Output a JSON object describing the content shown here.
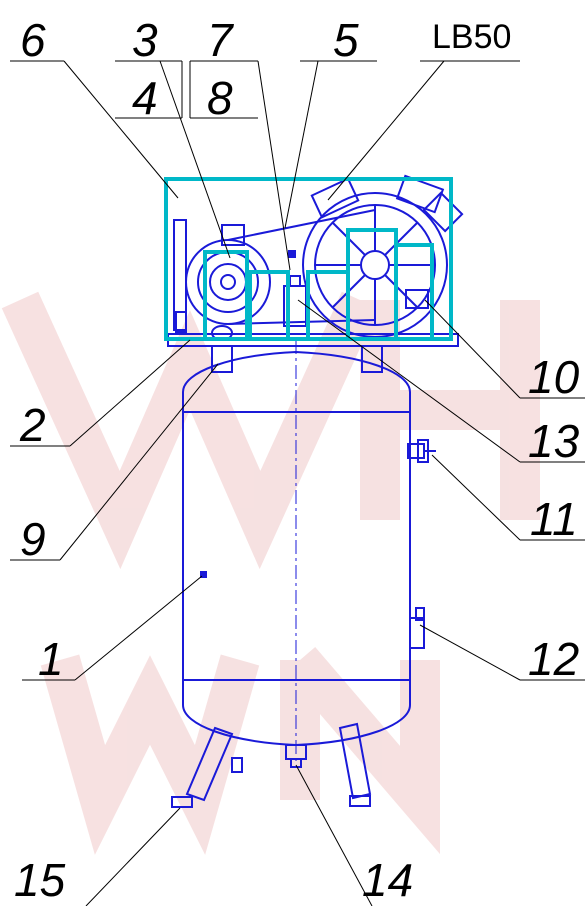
{
  "watermark": {
    "color": "#f6dede"
  },
  "colors": {
    "drawing": "#1a1ad8",
    "outline": "#00b8c8",
    "leader": "#000000",
    "label": "#000000"
  },
  "model_label": "LB50",
  "callouts": [
    {
      "id": "c6",
      "text": "6"
    },
    {
      "id": "c3",
      "text": "3"
    },
    {
      "id": "c4",
      "text": "4"
    },
    {
      "id": "c7",
      "text": "7"
    },
    {
      "id": "c8",
      "text": "8"
    },
    {
      "id": "c5",
      "text": "5"
    },
    {
      "id": "c10",
      "text": "10"
    },
    {
      "id": "c2",
      "text": "2"
    },
    {
      "id": "c13",
      "text": "13"
    },
    {
      "id": "c11",
      "text": "11"
    },
    {
      "id": "c9",
      "text": "9"
    },
    {
      "id": "c1",
      "text": "1"
    },
    {
      "id": "c12",
      "text": "12"
    },
    {
      "id": "c15",
      "text": "15"
    },
    {
      "id": "c14",
      "text": "14"
    }
  ]
}
